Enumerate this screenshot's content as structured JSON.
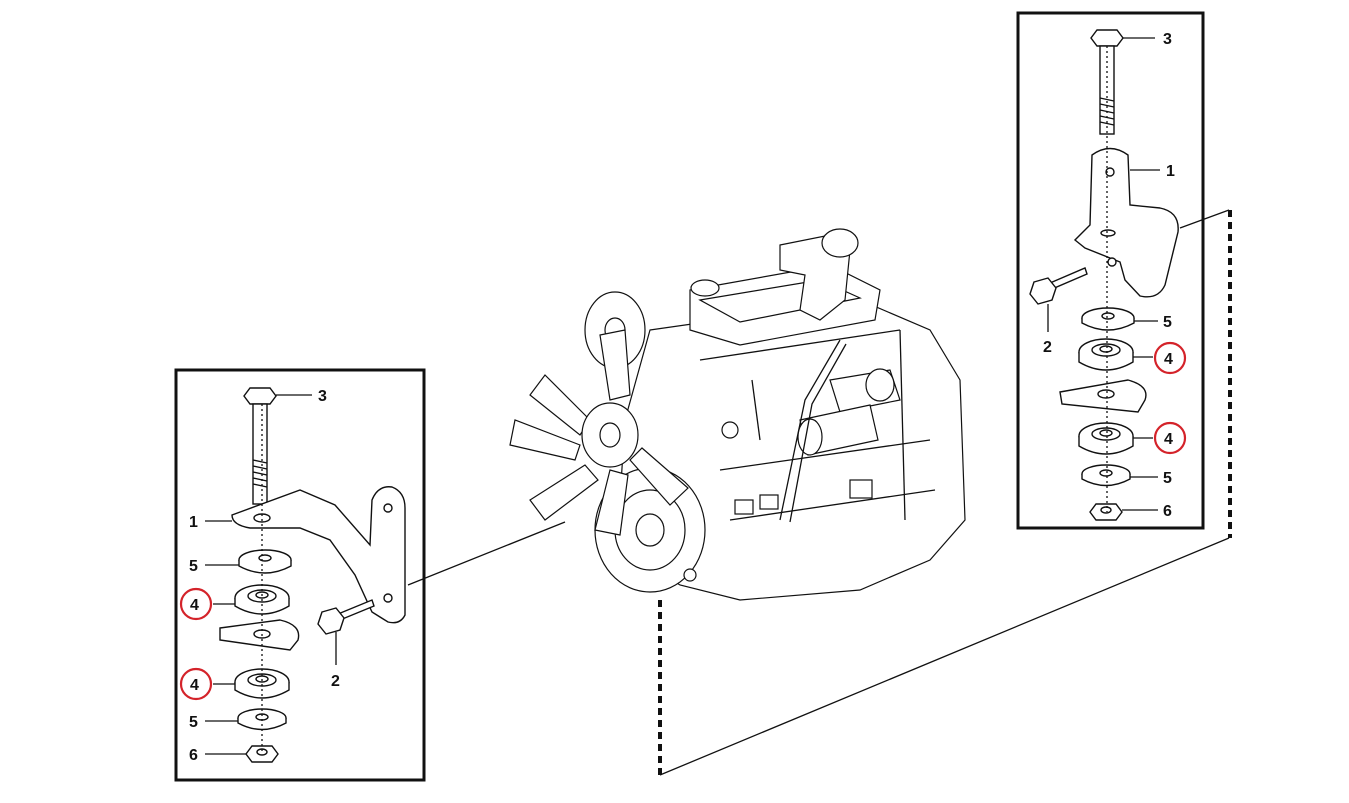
{
  "diagram": {
    "type": "exploded-parts-diagram",
    "subject": "engine mounting",
    "highlight_color": "#d4232a",
    "left_inset": {
      "labels": {
        "l3": "3",
        "l1": "1",
        "l5a": "5",
        "l4a": "4",
        "l4b": "4",
        "l5b": "5",
        "l6": "6",
        "l2": "2"
      }
    },
    "right_inset": {
      "labels": {
        "l3": "3",
        "l1": "1",
        "l2": "2",
        "l5a": "5",
        "l4a": "4",
        "l4b": "4",
        "l5b": "5",
        "l6": "6"
      }
    }
  }
}
